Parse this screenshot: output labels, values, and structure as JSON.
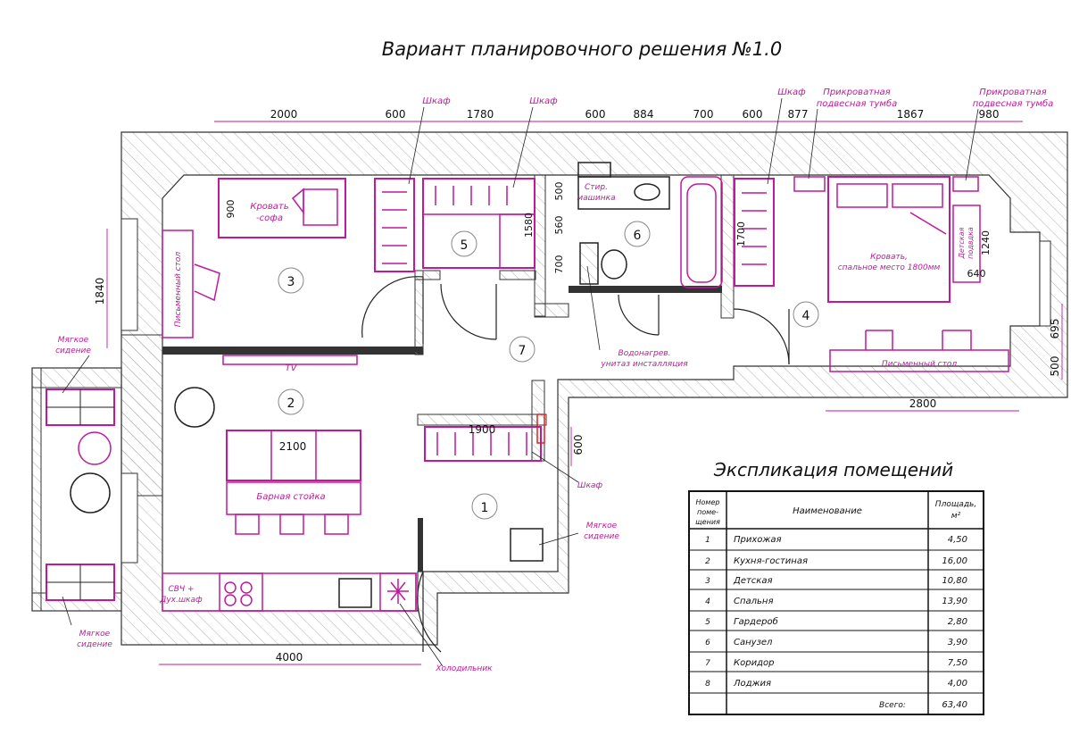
{
  "title": "Вариант планировочного решения №1.0",
  "dimensions": {
    "top": [
      "2000",
      "600",
      "1780",
      "600",
      "884",
      "700",
      "600",
      "877",
      "1867",
      "980"
    ],
    "left_1840": "1840",
    "right_695": "695",
    "right_500": "500",
    "bottom_4000": "4000",
    "bottom_2800": "2800",
    "kitchen_2100": "2100",
    "closet_1900": "1900",
    "closet_600": "600",
    "bath_500": "500",
    "bath_560": "560",
    "bath_700": "700",
    "wardrobe_1580": "1580",
    "bedroom_1700": "1700",
    "nightstand_1240": "1240",
    "nightstand_640": "640",
    "bed_900": "900"
  },
  "room_numbers": [
    "1",
    "2",
    "3",
    "4",
    "5",
    "6",
    "7"
  ],
  "labels": {
    "shkaf": "Шкаф",
    "prikrovatnaya_1": "Прикроватная",
    "podvesnaya_1": "подвесная тумба",
    "prikrovatnaya_2": "Прикроватная",
    "podvesnaya_2": "подвесная тумба",
    "bed_sofa_1": "Кровать",
    "bed_sofa_2": "-софа",
    "desk_kids": "Письменный стол",
    "tv": "TV",
    "bar": "Барная стойка",
    "soft_seat_a1": "Мягкое",
    "soft_seat_a2": "сидение",
    "soft_seat_b1": "Мягкое",
    "soft_seat_b2": "сидение",
    "soft_seat_c1": "Мягкое",
    "soft_seat_c2": "сидение",
    "microwave_1": "СВЧ +",
    "microwave_2": "Дух.шкаф",
    "fridge": "Холодильник",
    "washer_1": "Стир.",
    "washer_2": "машинка",
    "heater_1": "Водонагрев.",
    "heater_2": "унитаз инсталляция",
    "bed_1": "Кровать,",
    "bed_2": "спальное место 1800мм",
    "desk_bed": "Письменный стол",
    "kids_nightstand_1": "Детская",
    "kids_nightstand_2": "подвдка"
  },
  "table": {
    "title": "Экспликация помещений",
    "headers": [
      "Номер поме- щения",
      "Наименование",
      "Площадь, м²"
    ],
    "rows": [
      [
        "1",
        "Прихожая",
        "4,50"
      ],
      [
        "2",
        "Кухня-гостиная",
        "16,00"
      ],
      [
        "3",
        "Детская",
        "10,80"
      ],
      [
        "4",
        "Спальня",
        "13,90"
      ],
      [
        "5",
        "Гардероб",
        "2,80"
      ],
      [
        "6",
        "Санузел",
        "3,90"
      ],
      [
        "7",
        "Коридор",
        "7,50"
      ],
      [
        "8",
        "Лоджия",
        "4,00"
      ]
    ],
    "total_label": "Всего:",
    "total_value": "63,40"
  },
  "colors": {
    "furniture": "#c2189b",
    "wall_line": "#333333",
    "hatch": "#9a9a9a",
    "red": "#e0201e"
  }
}
